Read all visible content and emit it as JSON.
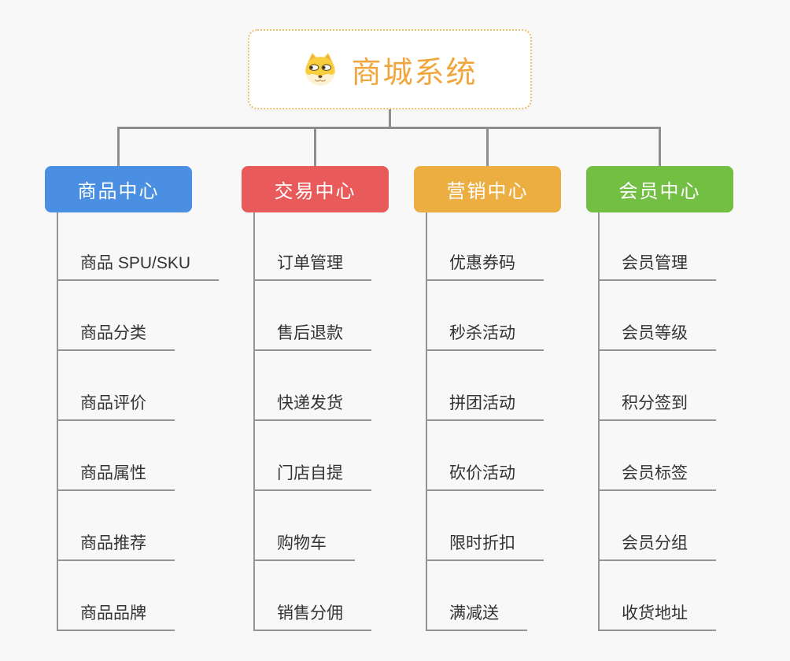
{
  "background_color": "#F8F8F8",
  "connector_color": "#8E8E8E",
  "root": {
    "title": "商城系统",
    "icon": "dog-face-icon",
    "title_color": "#F0A63C",
    "border_color": "#F2BC6B"
  },
  "branches": [
    {
      "label": "商品中心",
      "color": "#4A8FE2",
      "children": [
        "商品 SPU/SKU",
        "商品分类",
        "商品评价",
        "商品属性",
        "商品推荐",
        "商品品牌"
      ]
    },
    {
      "label": "交易中心",
      "color": "#E95B5B",
      "children": [
        "订单管理",
        "售后退款",
        "快递发货",
        "门店自提",
        "购物车",
        "销售分佣"
      ]
    },
    {
      "label": "营销中心",
      "color": "#EDAE41",
      "children": [
        "优惠券码",
        "秒杀活动",
        "拼团活动",
        "砍价活动",
        "限时折扣",
        "满减送"
      ]
    },
    {
      "label": "会员中心",
      "color": "#73BF44",
      "children": [
        "会员管理",
        "会员等级",
        "积分签到",
        "会员标签",
        "会员分组",
        "收货地址"
      ]
    }
  ]
}
